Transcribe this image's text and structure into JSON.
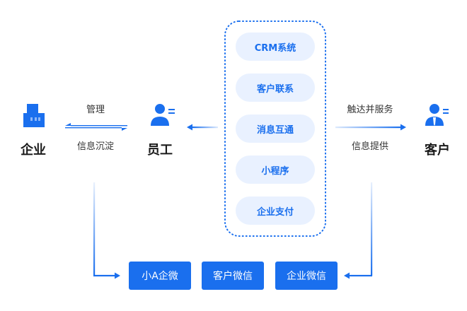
{
  "nodes": {
    "enterprise": {
      "label": "企业",
      "icon": "building-icon"
    },
    "employee": {
      "label": "员工",
      "icon": "user-card-icon"
    },
    "customer": {
      "label": "客户",
      "icon": "business-user-icon"
    }
  },
  "flows": {
    "manage": "管理",
    "deposit": "信息沉淀",
    "reach": "触达并服务",
    "provide": "信息提供"
  },
  "services": [
    "CRM系统",
    "客户联系",
    "消息互通",
    "小程序",
    "企业支付"
  ],
  "channels": [
    "小A企微",
    "客户微信",
    "企业微信"
  ],
  "colors": {
    "accent": "#1a6fee",
    "pill_bg": "#e9f1ff"
  }
}
